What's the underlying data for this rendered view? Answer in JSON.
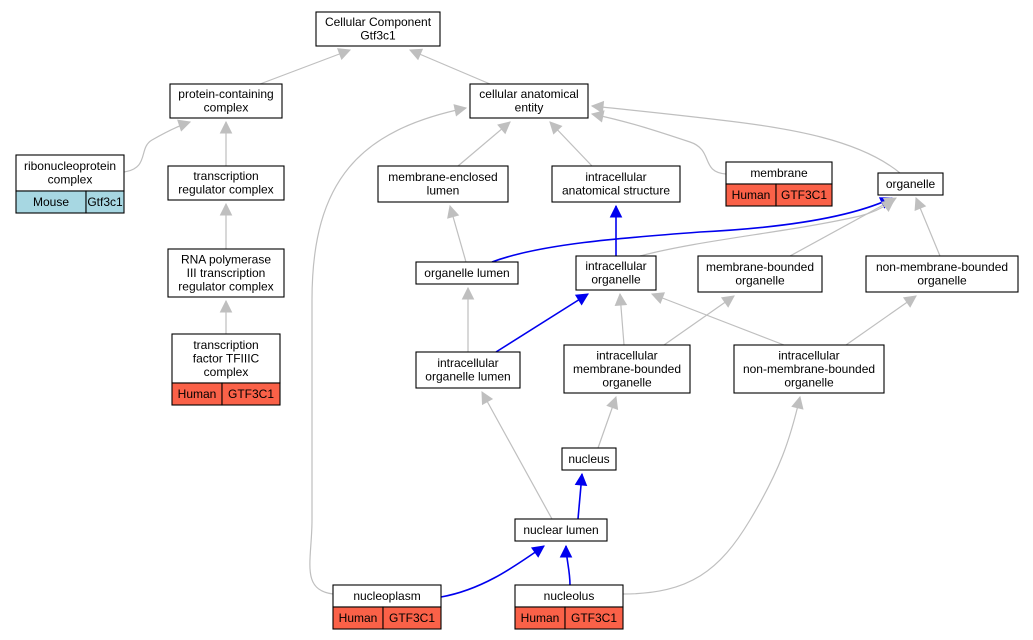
{
  "colors": {
    "human": "#fa6148",
    "mouse": "#a7d7e2",
    "edge_default": "#bfbfbf",
    "edge_highlight": "#0000ee"
  },
  "nodes": {
    "cellular_component": {
      "lines": [
        "Cellular Component",
        "Gtf3c1"
      ]
    },
    "protein_containing_complex": {
      "lines": [
        "protein-containing",
        "complex"
      ]
    },
    "cellular_anatomical_entity": {
      "lines": [
        "cellular anatomical",
        "entity"
      ]
    },
    "ribonucleoprotein_complex": {
      "lines": [
        "ribonucleoprotein",
        "complex"
      ],
      "tags": [
        {
          "species": "Mouse",
          "gene": "Gtf3c1",
          "color": "mouse"
        }
      ]
    },
    "transcription_regulator_complex": {
      "lines": [
        "transcription",
        "regulator complex"
      ]
    },
    "membrane_enclosed_lumen": {
      "lines": [
        "membrane-enclosed",
        "lumen"
      ]
    },
    "intracellular_anatomical_structure": {
      "lines": [
        "intracellular",
        "anatomical structure"
      ]
    },
    "membrane": {
      "lines": [
        "membrane"
      ],
      "tags": [
        {
          "species": "Human",
          "gene": "GTF3C1",
          "color": "human"
        }
      ]
    },
    "organelle": {
      "lines": [
        "organelle"
      ]
    },
    "rna_pol_iii_complex": {
      "lines": [
        "RNA polymerase",
        "III transcription",
        "regulator complex"
      ]
    },
    "organelle_lumen": {
      "lines": [
        "organelle lumen"
      ]
    },
    "intracellular_organelle": {
      "lines": [
        "intracellular",
        "organelle"
      ]
    },
    "membrane_bounded_organelle": {
      "lines": [
        "membrane-bounded",
        "organelle"
      ]
    },
    "non_membrane_bounded_organelle": {
      "lines": [
        "non-membrane-bounded",
        "organelle"
      ]
    },
    "tfiiic_complex": {
      "lines": [
        "transcription",
        "factor TFIIIC",
        "complex"
      ],
      "tags": [
        {
          "species": "Human",
          "gene": "GTF3C1",
          "color": "human"
        }
      ]
    },
    "intracellular_organelle_lumen": {
      "lines": [
        "intracellular",
        "organelle lumen"
      ]
    },
    "intracellular_membrane_bounded_organelle": {
      "lines": [
        "intracellular",
        "membrane-bounded",
        "organelle"
      ]
    },
    "intracellular_non_membrane_bounded_organelle": {
      "lines": [
        "intracellular",
        "non-membrane-bounded",
        "organelle"
      ]
    },
    "nucleus": {
      "lines": [
        "nucleus"
      ]
    },
    "nuclear_lumen": {
      "lines": [
        "nuclear lumen"
      ]
    },
    "nucleoplasm": {
      "lines": [
        "nucleoplasm"
      ],
      "tags": [
        {
          "species": "Human",
          "gene": "GTF3C1",
          "color": "human"
        }
      ]
    },
    "nucleolus": {
      "lines": [
        "nucleolus"
      ],
      "tags": [
        {
          "species": "Human",
          "gene": "GTF3C1",
          "color": "human"
        }
      ]
    }
  },
  "edges": [
    {
      "from": "protein_containing_complex",
      "to": "cellular_component",
      "highlight": false
    },
    {
      "from": "cellular_anatomical_entity",
      "to": "cellular_component",
      "highlight": false
    },
    {
      "from": "ribonucleoprotein_complex",
      "to": "protein_containing_complex",
      "highlight": false
    },
    {
      "from": "transcription_regulator_complex",
      "to": "protein_containing_complex",
      "highlight": false
    },
    {
      "from": "rna_pol_iii_complex",
      "to": "transcription_regulator_complex",
      "highlight": false
    },
    {
      "from": "tfiiic_complex",
      "to": "rna_pol_iii_complex",
      "highlight": false
    },
    {
      "from": "membrane_enclosed_lumen",
      "to": "cellular_anatomical_entity",
      "highlight": false
    },
    {
      "from": "intracellular_anatomical_structure",
      "to": "cellular_anatomical_entity",
      "highlight": false
    },
    {
      "from": "membrane",
      "to": "cellular_anatomical_entity",
      "highlight": false
    },
    {
      "from": "organelle",
      "to": "cellular_anatomical_entity",
      "highlight": false
    },
    {
      "from": "nucleoplasm",
      "to": "cellular_anatomical_entity",
      "highlight": false
    },
    {
      "from": "organelle_lumen",
      "to": "membrane_enclosed_lumen",
      "highlight": false
    },
    {
      "from": "organelle_lumen",
      "to": "organelle",
      "highlight": true
    },
    {
      "from": "intracellular_organelle",
      "to": "intracellular_anatomical_structure",
      "highlight": true
    },
    {
      "from": "intracellular_organelle",
      "to": "organelle",
      "highlight": false
    },
    {
      "from": "membrane_bounded_organelle",
      "to": "organelle",
      "highlight": false
    },
    {
      "from": "non_membrane_bounded_organelle",
      "to": "organelle",
      "highlight": false
    },
    {
      "from": "intracellular_organelle_lumen",
      "to": "organelle_lumen",
      "highlight": false
    },
    {
      "from": "intracellular_organelle_lumen",
      "to": "intracellular_organelle",
      "highlight": true
    },
    {
      "from": "intracellular_membrane_bounded_organelle",
      "to": "intracellular_organelle",
      "highlight": false
    },
    {
      "from": "intracellular_membrane_bounded_organelle",
      "to": "membrane_bounded_organelle",
      "highlight": false
    },
    {
      "from": "intracellular_non_membrane_bounded_organelle",
      "to": "intracellular_organelle",
      "highlight": false
    },
    {
      "from": "intracellular_non_membrane_bounded_organelle",
      "to": "non_membrane_bounded_organelle",
      "highlight": false
    },
    {
      "from": "nucleus",
      "to": "intracellular_membrane_bounded_organelle",
      "highlight": false
    },
    {
      "from": "nuclear_lumen",
      "to": "intracellular_organelle_lumen",
      "highlight": false
    },
    {
      "from": "nuclear_lumen",
      "to": "nucleus",
      "highlight": true
    },
    {
      "from": "nucleoplasm",
      "to": "nuclear_lumen",
      "highlight": true
    },
    {
      "from": "nucleolus",
      "to": "nuclear_lumen",
      "highlight": true
    },
    {
      "from": "nucleolus",
      "to": "intracellular_non_membrane_bounded_organelle",
      "highlight": false
    }
  ]
}
